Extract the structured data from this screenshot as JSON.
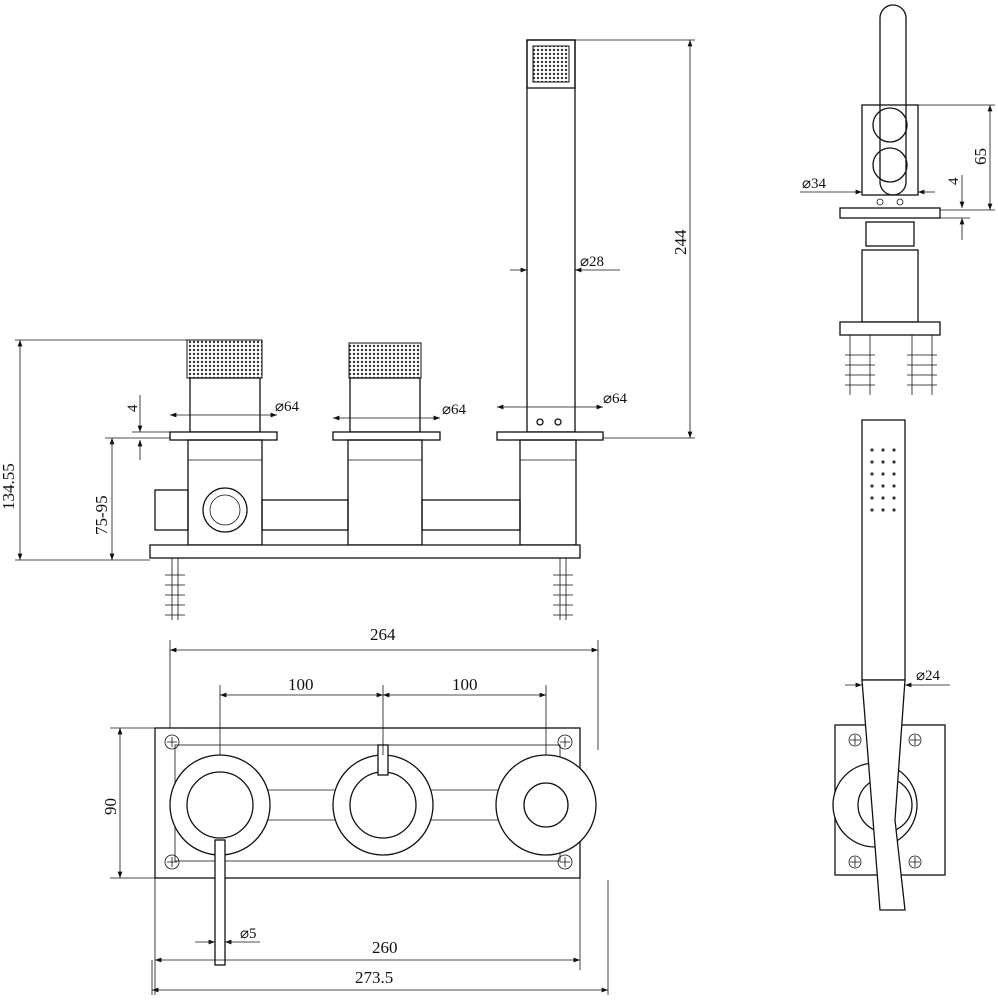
{
  "drawing": {
    "spout_height": "244",
    "spout_diameter": "⌀28",
    "flange_diameter_left": "⌀64",
    "flange_diameter_middle": "⌀64",
    "flange_diameter_spout": "⌀64",
    "flange_thickness": "4",
    "total_height": "134.55",
    "wall_depth_range": "75-95",
    "outer_width": "264",
    "spacing_left": "100",
    "spacing_right": "100",
    "plate_height": "90",
    "lever_diameter": "⌀5",
    "plate_width": "260",
    "overall_width": "273.5",
    "side_flange_diameter": "⌀34",
    "side_flange_thickness": "4",
    "side_height": "65",
    "handshower_diameter": "⌀24"
  },
  "colors": {
    "line": "#111111",
    "knurl": "#555555"
  }
}
